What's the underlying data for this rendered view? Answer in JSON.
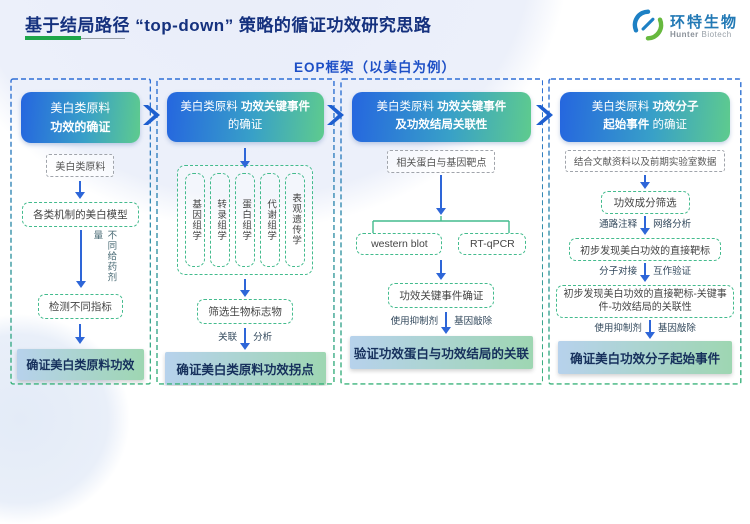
{
  "page": {
    "title": "基于结局路径 “top-down” 策略的循证功效研究思路",
    "subtitle": "EOP框架（以美白为例）"
  },
  "logo": {
    "cn": "环特生物",
    "en_bold": "Hunter",
    "en_rest": " Biotech"
  },
  "colors": {
    "title_navy": "#15317e",
    "subtitle_blue": "#1d4fc6",
    "header_gradient_start": "#2566df",
    "header_gradient_end": "#5ecb8e",
    "dash_teal": "#43bb8d",
    "dash_gray": "#a0a4ab",
    "arrow_blue": "#2e66d8",
    "result_gradient_start": "#b7d2ec",
    "result_gradient_end": "#9ed6b2",
    "underline_green": "#1ea64a"
  },
  "columns": [
    {
      "header_line1": [
        {
          "t": "美白类原料"
        }
      ],
      "header_line2": [
        {
          "t": "功效的确证",
          "b": true
        }
      ],
      "source_box": "美白类原料",
      "model_box": "各类机制的美白模型",
      "dose_label": "不同给药剂量",
      "detect_box": "检测不同指标",
      "result": "确证美白类原料功效"
    },
    {
      "header_line1": [
        {
          "t": "美白类原料 "
        },
        {
          "t": "功效关键事件",
          "b": true
        }
      ],
      "header_line2": [
        {
          "t": "的确证"
        }
      ],
      "omics": [
        "基因组学",
        "转录组学",
        "蛋白组学",
        "代谢组学",
        "表观遗传学"
      ],
      "biomarker_box": "筛选生物标志物",
      "arrow_left": "关联",
      "arrow_right": "分析",
      "result": "确证美白类原料功效拐点"
    },
    {
      "header_line1": [
        {
          "t": "美白类原料 "
        },
        {
          "t": "功效关键事件",
          "b": true
        }
      ],
      "header_line2": [
        {
          "t": "及功效结局关联性",
          "b": true
        }
      ],
      "target_box": "相关蛋白与基因靶点",
      "method_left": "western blot",
      "method_right": "RT-qPCR",
      "verify_box": "功效关键事件确证",
      "arrow_left": "使用抑制剂",
      "arrow_right": "基因敲除",
      "result": "验证功效蛋白与功效结局的关联"
    },
    {
      "header_line1": [
        {
          "t": "美白类原料 "
        },
        {
          "t": "功效分子",
          "b": true
        }
      ],
      "header_line2": [
        {
          "t": "起始事件",
          "b": true
        },
        {
          "t": " 的确证"
        }
      ],
      "evidence_box": "结合文献资料以及前期实验室数据",
      "screen_box": "功效成分筛选",
      "arrow1_left": "通路注释",
      "arrow1_right": "网络分析",
      "direct_target_box": "初步发现美白功效的直接靶标",
      "arrow2_left": "分子对接",
      "arrow2_right": "互作验证",
      "assoc_box": "初步发现美白功效的直接靶标-关键事件-功效结局的关联性",
      "arrow3_left": "使用抑制剂",
      "arrow3_right": "基因敲除",
      "result": "确证美白功效分子起始事件"
    }
  ]
}
